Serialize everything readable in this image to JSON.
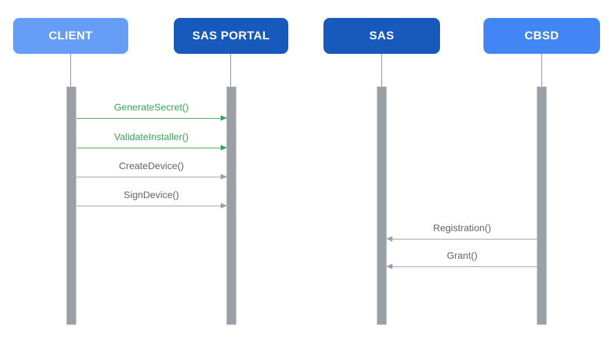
{
  "diagram": {
    "type": "sequence-diagram",
    "background": "#FFFFFF"
  },
  "colors": {
    "actor_light_blue": "#669DF6",
    "actor_dark_blue": "#185ABC",
    "actor_medium_blue": "#4285F4",
    "actor_text": "#FFFFFF",
    "lifeline_bar_fill": "#9AA0A6",
    "lifeline_bar_border": "#D3D5D8",
    "lifeline_stem": "#85898E",
    "message_green": "#34A853",
    "message_gray_line": "#9AA0A6",
    "message_gray_text": "#5F6368"
  },
  "actors": [
    {
      "label": "CLIENT",
      "color": "#669DF6"
    },
    {
      "label": "SAS PORTAL",
      "color": "#185ABC"
    },
    {
      "label": "SAS",
      "color": "#185ABC"
    },
    {
      "label": "CBSD",
      "color": "#4285F4"
    }
  ],
  "messages": [
    {
      "label": "GenerateSecret()",
      "from": "CLIENT",
      "to": "SAS PORTAL",
      "color": "green",
      "direction": "right"
    },
    {
      "label": "ValidateInstaller()",
      "from": "CLIENT",
      "to": "SAS PORTAL",
      "color": "green",
      "direction": "right"
    },
    {
      "label": "CreateDevice()",
      "from": "CLIENT",
      "to": "SAS PORTAL",
      "color": "gray",
      "direction": "right"
    },
    {
      "label": "SignDevice()",
      "from": "CLIENT",
      "to": "SAS PORTAL",
      "color": "gray",
      "direction": "right"
    },
    {
      "label": "Registration()",
      "from": "CBSD",
      "to": "SAS",
      "color": "gray",
      "direction": "left"
    },
    {
      "label": "Grant()",
      "from": "CBSD",
      "to": "SAS",
      "color": "gray",
      "direction": "left"
    }
  ]
}
